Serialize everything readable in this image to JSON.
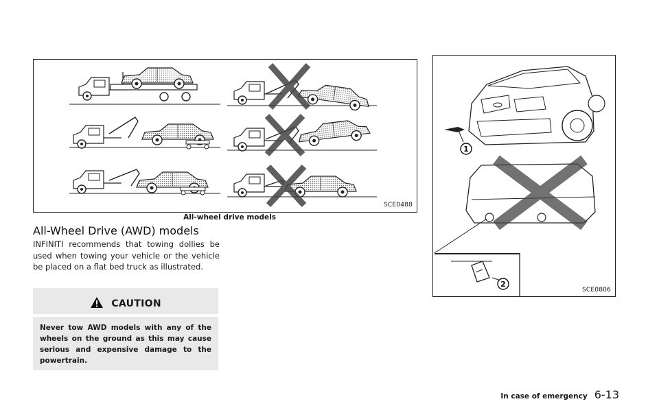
{
  "figures": {
    "towing": {
      "code": "SCE0488",
      "caption": "All-wheel drive models"
    },
    "tow_points": {
      "code": "SCE0806",
      "callout_1": "1",
      "callout_2": "2"
    }
  },
  "section": {
    "heading": "All-Wheel Drive (AWD) models",
    "body": "INFINITI recommends that towing dollies be used when towing your vehicle or the vehicle be placed on a flat bed truck as illustrated."
  },
  "caution": {
    "title": "CAUTION",
    "text": "Never tow AWD models with any of the wheels on the ground as this may cause serious and expensive damage to the powertrain."
  },
  "footer": {
    "section": "In case of emergency",
    "page": "6-13"
  },
  "colors": {
    "caution_bg": "#e9e9e9",
    "ink": "#1a1a1a"
  }
}
